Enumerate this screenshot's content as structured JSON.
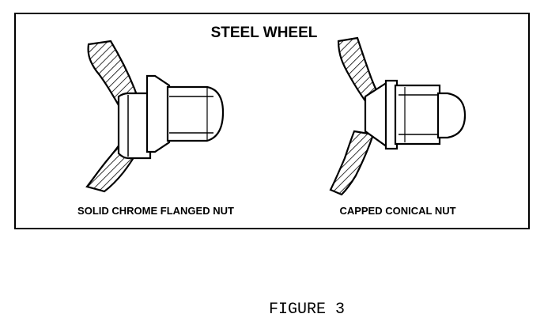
{
  "figure": {
    "title": "STEEL WHEEL",
    "caption": "FIGURE 3",
    "items": [
      {
        "label": "SOLID CHROME FLANGED NUT"
      },
      {
        "label": "CAPPED CONICAL NUT"
      }
    ]
  },
  "colors": {
    "ink": "#000000",
    "paper": "#ffffff"
  }
}
